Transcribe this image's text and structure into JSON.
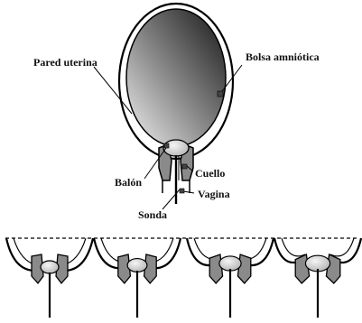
{
  "labels": {
    "pared_uterina": "Pared uterina",
    "bolsa_amniotica": "Bolsa amniótica",
    "cuello": "Cuello",
    "balon": "Balón",
    "vagina": "Vagina",
    "sonda": "Sonda"
  },
  "colors": {
    "ink": "#111111",
    "outline": "#000000",
    "sac_light": "#e8e8e8",
    "sac_dark": "#1a1a1a",
    "cervix_gray": "#8a8a8a",
    "balloon": "#d9d9d9"
  }
}
